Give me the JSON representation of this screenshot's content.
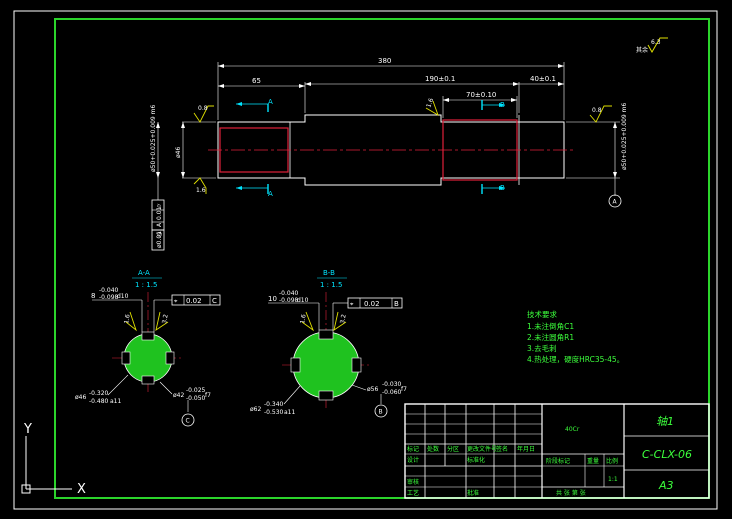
{
  "colors": {
    "background": "#000000",
    "border": "#ffffff",
    "frame": "#2bd42b",
    "dimension": "#ffffff",
    "cyan": "#00e5ff",
    "red": "#e0203a",
    "yellow": "#e0e000",
    "green": "#3cff3c",
    "hatch": "#1fc21f"
  },
  "roughness_default": "6.3",
  "roughness_default_prefix": "其余",
  "dims": {
    "overall": "380",
    "left_step": "65",
    "mid_len": "190±0.1",
    "right_len": "40±0.1",
    "key_len": "70±0.10",
    "left_dia_tol": "ø50+0.025+0.009 m6",
    "mid_dia": "ø46",
    "right_dia_tol": "ø50+0.025+0.009 m6",
    "r_left_top": "0.8",
    "r_left_bot": "1.6",
    "r_mid": "1.6",
    "r_right": "0.8",
    "datum_a": "A",
    "section_a": "A",
    "section_b": "B",
    "cyl_tol_symbol": "⌭",
    "cyl_tol_value": "0.01",
    "cyl_tol_datum": "A",
    "coax_symbol": "◎",
    "coax_value": "ø0.01",
    "coax_datum": "A"
  },
  "section_aa": {
    "title": "A-A",
    "scale": "1 : 1.5",
    "key_width_main": "8",
    "key_width_upper": "-0.040",
    "key_width_lower": "-0.098",
    "key_width_fit": "d10",
    "sym_symbol": "⌖",
    "sym_value": "0.02",
    "sym_datum": "C",
    "rough1": "1.6",
    "rough2": "3.2",
    "dia_main": "ø46",
    "dia_upper": "-0.320",
    "dia_lower": "-0.480",
    "dia_fit": "a11",
    "dia2_main": "ø42",
    "dia2_upper": "-0.025",
    "dia2_lower": "-0.050",
    "dia2_fit": "f7",
    "datum": "C"
  },
  "section_bb": {
    "title": "B-B",
    "scale": "1 : 1.5",
    "key_width_main": "10",
    "key_width_upper": "-0.040",
    "key_width_lower": "-0.098",
    "key_width_fit": "d10",
    "sym_symbol": "⌖",
    "sym_value": "0.02",
    "sym_datum": "B",
    "rough1": "1.6",
    "rough2": "3.2",
    "dia_main": "ø62",
    "dia_upper": "-0.340",
    "dia_lower": "-0.530",
    "dia_fit": "a11",
    "dia2_main": "ø56",
    "dia2_upper": "-0.030",
    "dia2_lower": "-0.060",
    "dia2_fit": "f7",
    "datum": "B"
  },
  "tech_req": {
    "title": "技术要求",
    "items": [
      "1.未注倒角C1",
      "2.未注圆角R1",
      "3.去毛刺",
      "4.热处理，硬度HRC35-45。"
    ]
  },
  "title_block": {
    "material": "40Cr",
    "part_name": "轴1",
    "drawing_no": "C-CLX-06",
    "sheet": "A3",
    "scale": "1:1",
    "hdr_mark": "标记",
    "hdr_count": "处数",
    "hdr_zone": "分区",
    "hdr_docno": "更改文件号",
    "hdr_sign": "签名",
    "hdr_date": "年月日",
    "hdr_design": "设计",
    "hdr_standard": "标准化",
    "hdr_review": "审核",
    "hdr_process": "工艺",
    "hdr_approve": "批准",
    "hdr_stage": "阶段标记",
    "hdr_weight": "重量",
    "hdr_ratio": "比例",
    "hdr_sheets": "共  张  第  张"
  },
  "ucs": {
    "x": "X",
    "y": "Y"
  }
}
